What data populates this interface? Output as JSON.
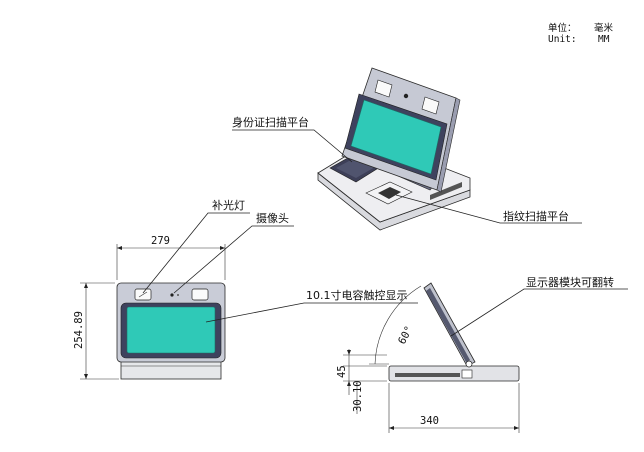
{
  "units": {
    "label_cn": "单位：",
    "label_en": "Unit:",
    "value_cn": "毫米",
    "value_en": "MM"
  },
  "callouts": {
    "id_scan_platform": "身份证扫描平台",
    "fingerprint_platform": "指纹扫描平台",
    "fill_light": "补光灯",
    "camera": "摄像头",
    "touch_display": "10.1寸电容触控显示",
    "flip_display": "显示器模块可翻转"
  },
  "dimensions": {
    "width_front": "279",
    "height_front": "254.89",
    "depth_side": "340",
    "height_closed": "45",
    "height_base": "30.10",
    "angle": "60°"
  },
  "colors": {
    "screen": "#2fc9b7",
    "body": "#e9e9ec",
    "frame": "#c8cbd6",
    "bezel": "#585c78",
    "outline": "#2a2a2a"
  }
}
